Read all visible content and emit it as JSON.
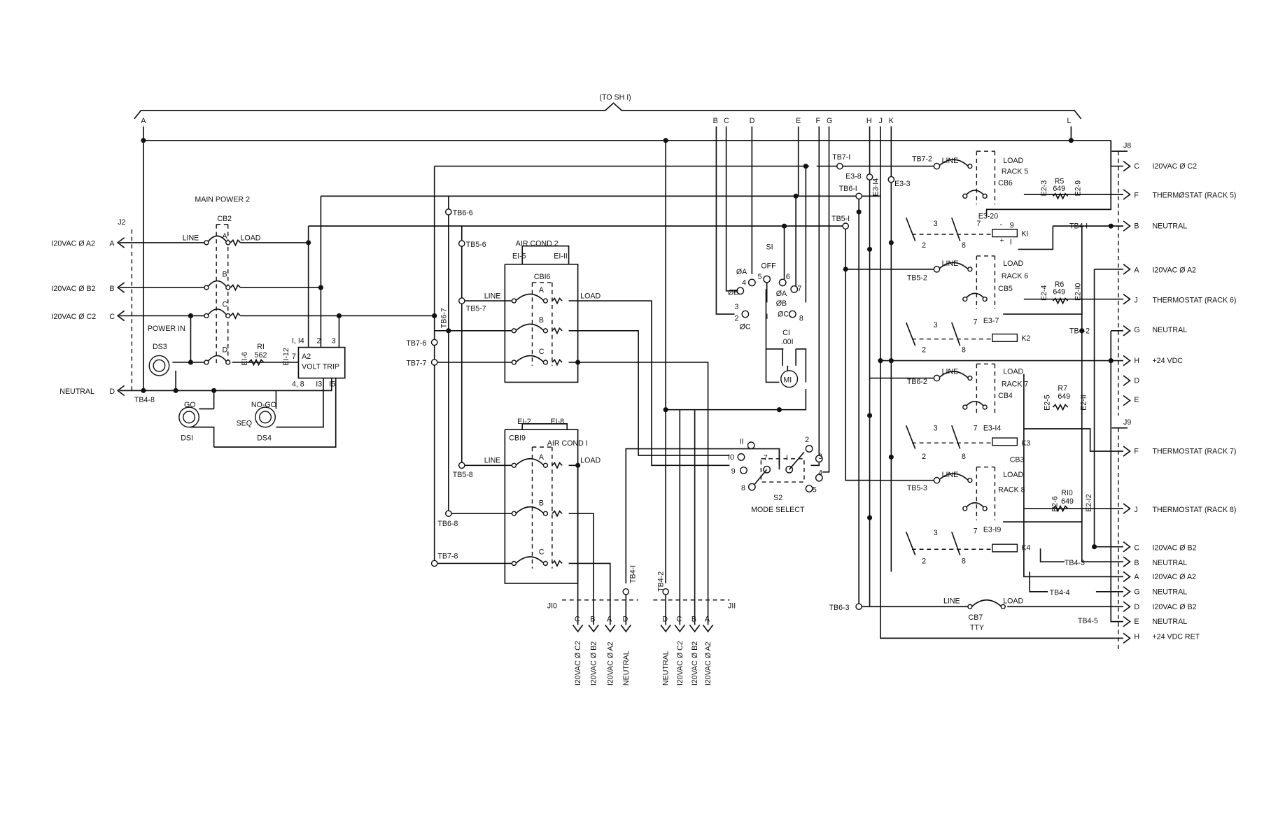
{
  "header": {
    "to_sheet": "(TO SH I)"
  },
  "bus_letters": [
    "A",
    "B",
    "C",
    "D",
    "E",
    "F",
    "G",
    "H",
    "J",
    "K",
    "L"
  ],
  "j2": {
    "name": "J2",
    "pins": [
      {
        "pin": "A",
        "label": "I20VAC Ø A2"
      },
      {
        "pin": "B",
        "label": "I20VAC Ø B2"
      },
      {
        "pin": "C",
        "label": "I20VAC Ø C2"
      },
      {
        "pin": "D",
        "label": "NEUTRAL"
      }
    ]
  },
  "main_power": {
    "title": "MAIN POWER 2",
    "breaker": "CB2",
    "line": "LINE",
    "load": "LOAD",
    "poles": [
      "A",
      "B",
      "C",
      "D"
    ],
    "power_in": "POWER IN",
    "e_left": "EI-6",
    "resistor": "RI",
    "resistor_value": "562",
    "e_right": "EI-12",
    "volt_trip": [
      "A2",
      "VOLT TRIP"
    ],
    "vt_pins": [
      "I, I4",
      "2",
      "3",
      "7",
      "4, 8",
      "I3",
      "I5"
    ],
    "ds3": "DS3",
    "ds1": "DSI",
    "ds4": "DS4",
    "go": "GO",
    "nogo": "NO-GO",
    "seq": "SEQ",
    "tb48": "TB4-8"
  },
  "terminals_mid": [
    "TB6-6",
    "TB5-6",
    "TB6-7",
    "TB7-6",
    "TB7-7",
    "TB5-7",
    "TB5-8",
    "TB6-8",
    "TB7-8"
  ],
  "air_cond_2": {
    "title": "AIR COND 2",
    "e_left": "EI-5",
    "e_right": "EI-II",
    "breaker": "CBI6",
    "line": "LINE",
    "load": "LOAD",
    "poles": [
      "A",
      "B",
      "C"
    ]
  },
  "air_cond_1": {
    "title": "AIR COND I",
    "e_left": "EI-2",
    "e_right": "EI-8",
    "breaker": "CBI9",
    "line": "LINE",
    "load": "LOAD",
    "poles": [
      "A",
      "B",
      "C"
    ]
  },
  "j10": {
    "name": "JI0",
    "pins": [
      "C",
      "B",
      "A",
      "D"
    ],
    "labels": [
      "I20VAC Ø C2",
      "I20VAC Ø B2",
      "I20VAC Ø A2",
      "NEUTRAL"
    ],
    "tb": "TB4-I"
  },
  "j11": {
    "name": "JII",
    "pins": [
      "D",
      "C",
      "B",
      "A"
    ],
    "labels": [
      "NEUTRAL",
      "I20VAC Ø C2",
      "I20VAC Ø B2",
      "I20VAC Ø A2"
    ],
    "tb": "TB4-2"
  },
  "s1": {
    "name": "SI",
    "off": "OFF",
    "phases": [
      "ØA",
      "ØB",
      "ØC",
      "ØA",
      "ØB",
      "ØC"
    ],
    "contacts": [
      "4",
      "2",
      "3",
      "5",
      "I",
      "6",
      "7",
      "8"
    ]
  },
  "c1": {
    "name": "CI",
    "value": ".00I"
  },
  "m1": {
    "name": "MI"
  },
  "s2": {
    "name": "S2",
    "label": "MODE SELECT",
    "contacts": [
      "II",
      "I0",
      "9",
      "8",
      "7",
      "I",
      "2",
      "3",
      "4",
      "5"
    ]
  },
  "right_terms": [
    "TB7-I",
    "E3-8",
    "E3-I4",
    "E3-3",
    "TB6-I",
    "TB5-I",
    "TB7-2",
    "TB5-2",
    "TB6-2",
    "TB5-3",
    "TB6-3"
  ],
  "racks": [
    {
      "rack": "RACK 5",
      "cb": "CB6",
      "r": "R5",
      "rv": "649",
      "e1": "E2-3",
      "e2": "E2-9",
      "k": "KI",
      "e3": "E3-20",
      "tb": "TB4-I"
    },
    {
      "rack": "RACK 6",
      "cb": "CB5",
      "r": "R6",
      "rv": "649",
      "e1": "E2-4",
      "e2": "E2-I0",
      "k": "K2",
      "e3": "E3-7",
      "tb": "TB4-2"
    },
    {
      "rack": "RACK 7",
      "cb": "CB4",
      "r": "R7",
      "rv": "649",
      "e1": "E2-5",
      "e2": "E2-II",
      "k": "K3",
      "e3": "E3-I4",
      "tb": ""
    },
    {
      "rack": "RACK 8",
      "cb": "CB3",
      "r": "RI0",
      "rv": "649",
      "e1": "E2-6",
      "e2": "E2-I2",
      "k": "K4",
      "e3": "E3-I9",
      "tb": ""
    }
  ],
  "relay_contacts": [
    "3",
    "7",
    "2",
    "8",
    "9",
    "I",
    "-",
    "+"
  ],
  "cb7": {
    "name": "CB7",
    "sub": "TTY",
    "line": "LINE",
    "load": "LOAD"
  },
  "tb_right": [
    "TB4-I",
    "TB4-2",
    "TB4-3",
    "TB4-4",
    "TB4-5"
  ],
  "j8": {
    "name": "J8",
    "pins": [
      {
        "pin": "C",
        "label": "I20VAC Ø C2"
      },
      {
        "pin": "F",
        "label": "THERMØSTAT (RACK 5)"
      },
      {
        "pin": "B",
        "label": "NEUTRAL"
      },
      {
        "pin": "A",
        "label": "I20VAC Ø A2"
      },
      {
        "pin": "J",
        "label": "THERMOSTAT (RACK 6)"
      },
      {
        "pin": "G",
        "label": "NEUTRAL"
      },
      {
        "pin": "H",
        "label": "+24 VDC"
      },
      {
        "pin": "D",
        "label": ""
      },
      {
        "pin": "E",
        "label": ""
      }
    ]
  },
  "j9": {
    "name": "J9",
    "pins": [
      {
        "pin": "F",
        "label": "THERMOSTAT (RACK 7)"
      },
      {
        "pin": "J",
        "label": "THERMOSTAT (RACK 8)"
      },
      {
        "pin": "C",
        "label": "I20VAC Ø B2"
      },
      {
        "pin": "B",
        "label": "NEUTRAL"
      },
      {
        "pin": "A",
        "label": "I20VAC Ø A2"
      },
      {
        "pin": "G",
        "label": "NEUTRAL"
      },
      {
        "pin": "D",
        "label": "I20VAC Ø B2"
      },
      {
        "pin": "E",
        "label": "NEUTRAL"
      },
      {
        "pin": "H",
        "label": "+24 VDC RET"
      }
    ]
  }
}
